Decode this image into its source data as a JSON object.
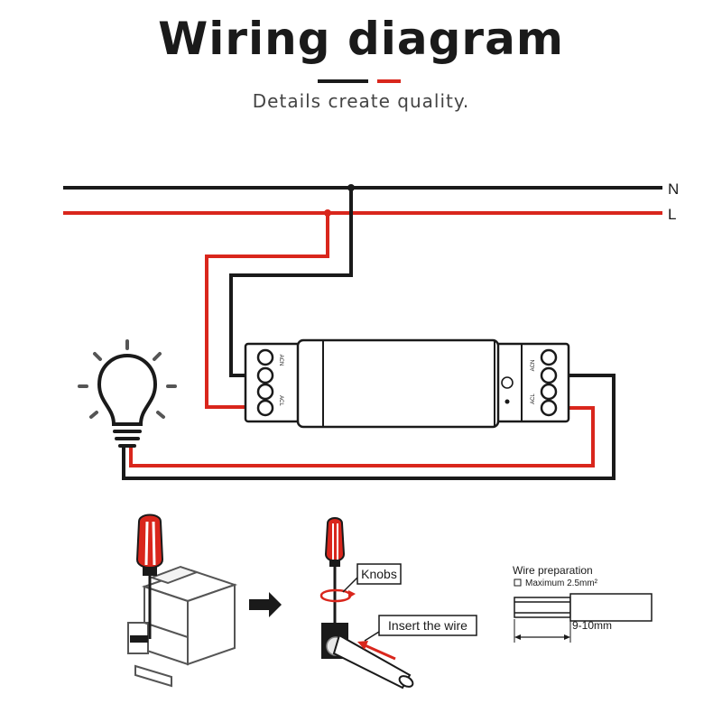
{
  "header": {
    "title": "Wiring diagram",
    "subtitle": "Details create quality."
  },
  "wiring": {
    "neutral_label": "N",
    "live_label": "L",
    "module_terminal_in_n": "ACN",
    "module_terminal_in_l": "ACL",
    "module_terminal_out_n": "ACN",
    "module_terminal_out_l": "ACL"
  },
  "steps": {
    "knobs_label": "Knobs",
    "insert_label": "Insert the wire"
  },
  "wire_prep": {
    "title": "Wire preparation",
    "max_label": "Maximum 2.5mm²",
    "length_label": "9-10mm"
  },
  "colors": {
    "neutral": "#1a1a1a",
    "live": "#d9261c",
    "accent": "#d9261c"
  }
}
